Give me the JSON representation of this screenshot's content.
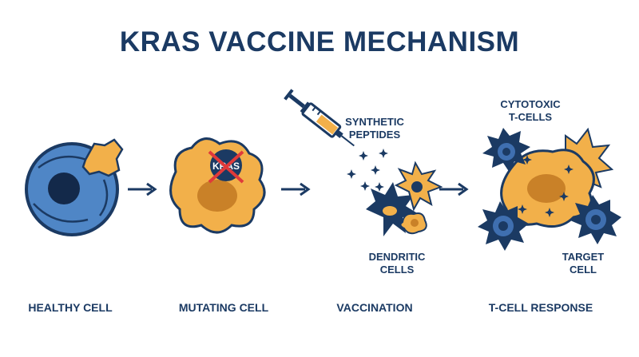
{
  "title": "KRAS VACCINE MECHANISM",
  "stages": [
    {
      "label": "HEALTHY CELL"
    },
    {
      "label": "MUTATING CELL"
    },
    {
      "label": "VACCINATION"
    },
    {
      "label": "T-CELL RESPONSE"
    }
  ],
  "annotations": {
    "peptides_line1": "SYNTHETIC",
    "peptides_line2": "PEPTIDES",
    "dendritic_line1": "DENDRITIC",
    "dendritic_line2": "CELLS",
    "cytotoxic_line1": "CYTOTOXIC",
    "cytotoxic_line2": "T-CELLS",
    "target_line1": "TARGET",
    "target_line2": "CELL",
    "kras_badge": "KRAS"
  },
  "colors": {
    "navy": "#1b3a63",
    "healthy_blue": "#4f86c6",
    "mutant_orange": "#f2b04a",
    "nucleus_brown": "#c98128",
    "cross_red": "#e03a3a"
  },
  "icons": [
    "arrow-right-icon",
    "syringe-icon",
    "peptide-star-icon"
  ]
}
